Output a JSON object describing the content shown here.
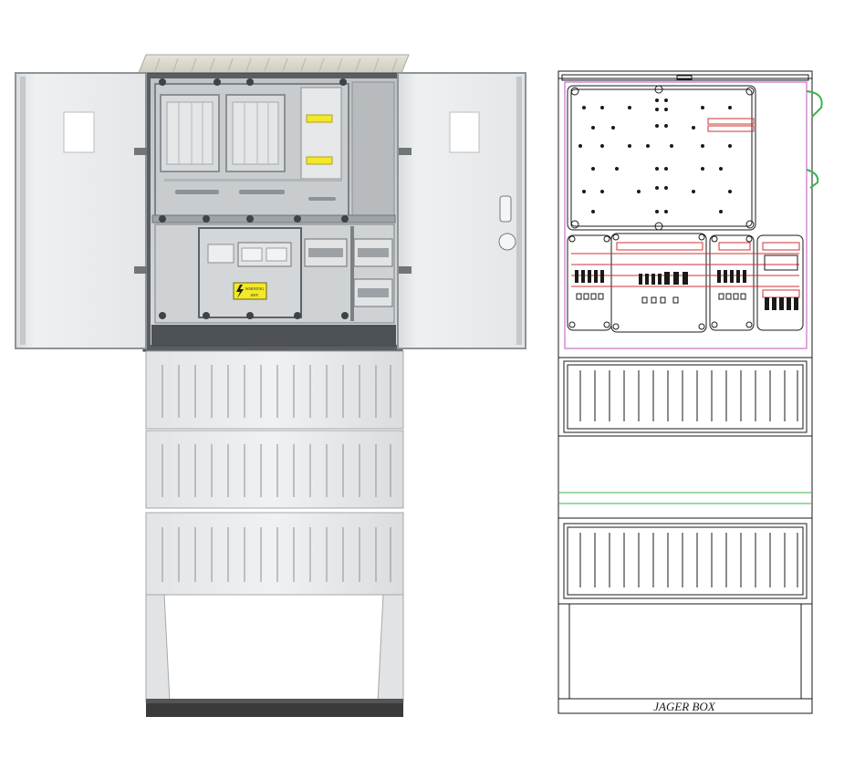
{
  "render": {
    "warning_label_line1": "WARNUNG",
    "warning_label_line2": "400V",
    "warning_symbol": "lightning-bolt-icon"
  },
  "drawing": {
    "brand_label": "JAGER BOX"
  },
  "colors": {
    "cabinet_light": "#e9ebec",
    "cabinet_mid": "#d3d6d8",
    "cabinet_dark": "#8e9498",
    "interior": "#c9cccf",
    "base_dark": "#3a3a3a",
    "warning_yellow": "#f3e829",
    "drawing_line": "#1a1a1a",
    "drawing_red": "#d23030",
    "drawing_magenta": "#c050c0",
    "drawing_green": "#39b54a"
  }
}
